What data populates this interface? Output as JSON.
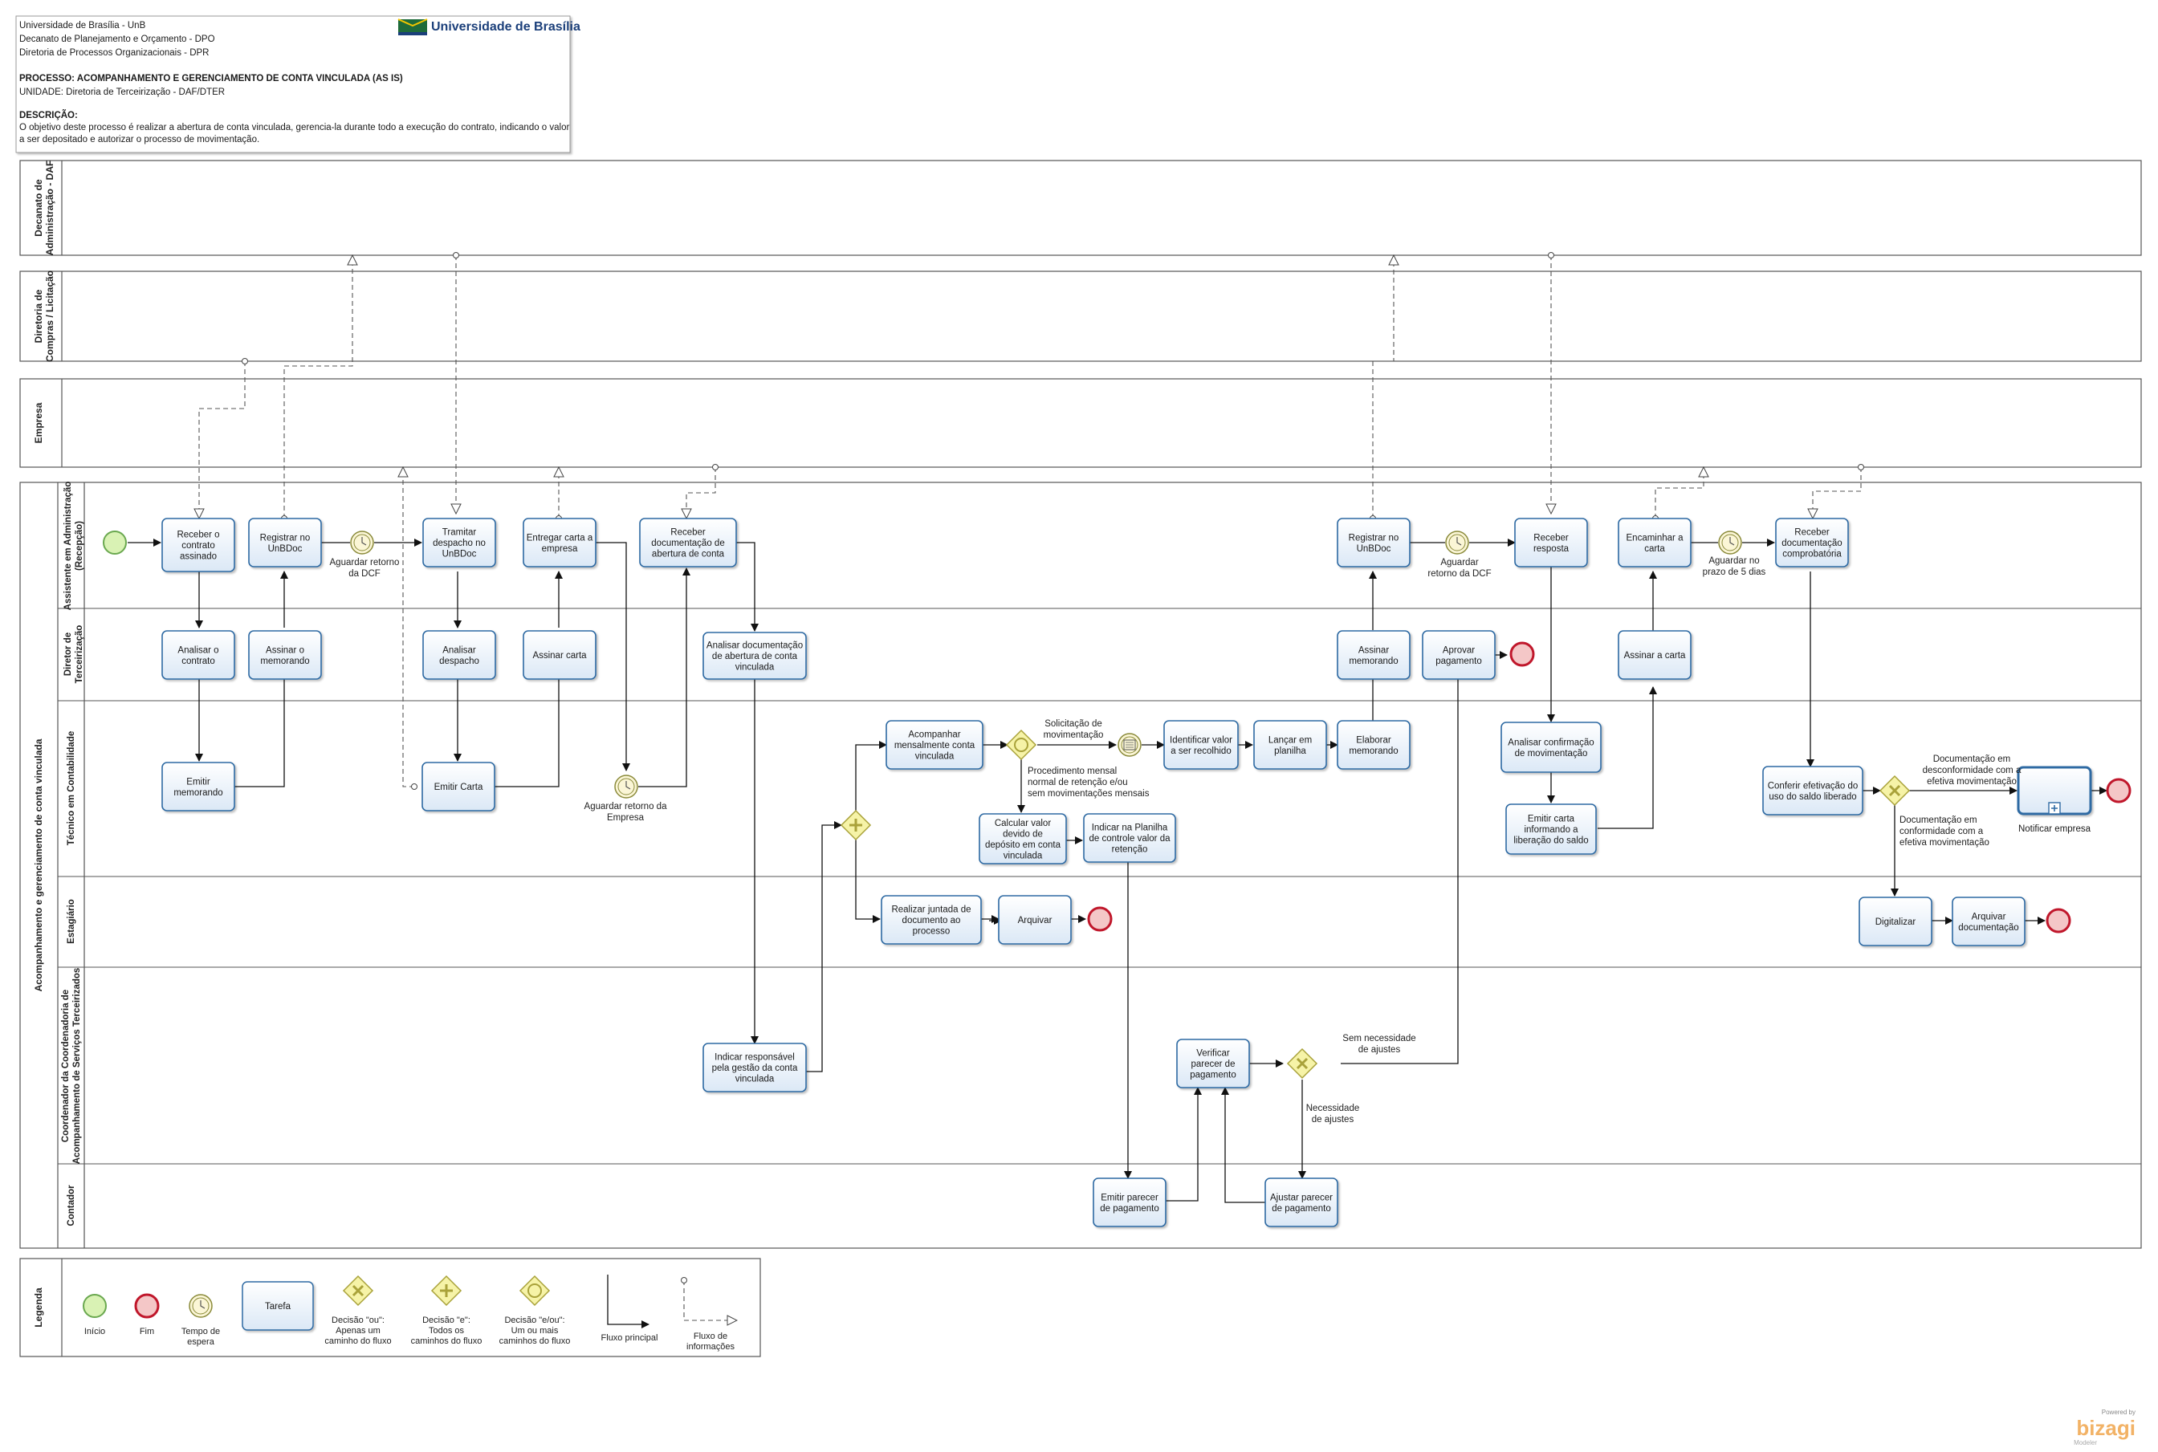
{
  "header": {
    "lines": [
      "Universidade de Brasília - UnB",
      "Decanato de Planejamento e Orçamento - DPO",
      "Diretoria de Processos Organizacionais - DPR"
    ],
    "process_label": "PROCESSO: ACOMPANHAMENTO E GERENCIAMENTO DE CONTA VINCULADA (AS IS)",
    "unit_label": "UNIDADE: Diretoria de Terceirização - DAF/DTER",
    "description_title": "DESCRIÇÃO:",
    "description_lines": [
      "O objetivo deste processo é realizar a abertura de conta vinculada, gerencia-la durante todo a execução do contrato, indicando o valor",
      "a ser depositado e autorizar o processo de movimentação."
    ],
    "logo_text": "Universidade de Brasília",
    "logo_color": "#1b3f7a",
    "flag_color": "#1f6b3a"
  },
  "pools": {
    "daf": [
      "Decanato de",
      "Administração - DAF"
    ],
    "compras": [
      "Diretoria de",
      "Compras / Licitação"
    ],
    "empresa": [
      "Empresa"
    ],
    "main": "Acompanhamento e gerenciamento de conta vinculada"
  },
  "lanes": {
    "assistente": [
      "Assistente em Administração",
      "(Recepção)"
    ],
    "diretor": [
      "Diretor de",
      "Terceirização"
    ],
    "tecnico": [
      "Técnico em Contabilidade"
    ],
    "estagiario": [
      "Estagiário"
    ],
    "coordenador": [
      "Coordenador da  Coordenadoria de",
      "Acompanhamento de Serviços Terceirizados"
    ],
    "contador": [
      "Contador"
    ]
  },
  "tasks": {
    "receber_contrato": [
      "Receber o",
      "contrato",
      "assinado"
    ],
    "registrar1": [
      "Registrar no",
      "UnBDoc"
    ],
    "tramitar": [
      "Tramitar",
      "despacho no",
      "UnBDoc"
    ],
    "entregar": [
      "Entregar carta a",
      "empresa"
    ],
    "receber_doc_abertura": [
      "Receber",
      "documentação de",
      "abertura de conta"
    ],
    "registrar2": [
      "Registrar no",
      "UnBDoc"
    ],
    "receber_resposta": [
      "Receber",
      "resposta"
    ],
    "encaminhar": [
      "Encaminhar a",
      "carta"
    ],
    "receber_comprob": [
      "Receber",
      "documentação",
      "comprobatória"
    ],
    "analisar_contrato": [
      "Analisar o",
      "contrato"
    ],
    "assinar_memorando1": [
      "Assinar o",
      "memorando"
    ],
    "analisar_despacho": [
      "Analisar",
      "despacho"
    ],
    "assinar_carta1": [
      "Assinar carta"
    ],
    "analisar_doc_abertura": [
      "Analisar documentação",
      "de abertura de conta",
      "vinculada"
    ],
    "assinar_memorando2": [
      "Assinar",
      "memorando"
    ],
    "aprovar_pagamento": [
      "Aprovar",
      "pagamento"
    ],
    "assinar_carta2": [
      "Assinar a carta"
    ],
    "emitir_memorando": [
      "Emitir",
      "memorando"
    ],
    "emitir_carta": [
      "Emitir Carta"
    ],
    "acompanhar": [
      "Acompanhar",
      "mensalmente conta",
      "vinculada"
    ],
    "identificar_valor": [
      "Identificar valor",
      "a ser recolhido"
    ],
    "lancar_planilha": [
      "Lançar em",
      "planilha"
    ],
    "elaborar_memorando": [
      "Elaborar",
      "memorando"
    ],
    "calcular_valor": [
      "Calcular valor",
      "devido de",
      "depósito em conta",
      "vinculada"
    ],
    "indicar_planilha": [
      "Indicar na Planilha",
      "de controle valor da",
      "retenção"
    ],
    "analisar_confirmacao": [
      "Analisar confirmação",
      "de movimentação"
    ],
    "emitir_carta_inf": [
      "Emitir carta",
      "informando a",
      "liberação do saldo"
    ],
    "conferir": [
      "Conferir efetivação do",
      "uso do saldo liberado"
    ],
    "notificar": [
      "Notificar empresa"
    ],
    "realizar_juntada": [
      "Realizar juntada de",
      "documento ao",
      "processo"
    ],
    "arquivar1": [
      "Arquivar"
    ],
    "digitalizar": [
      "Digitalizar"
    ],
    "arquivar_doc": [
      "Arquivar",
      "documentação"
    ],
    "indicar_responsavel": [
      "Indicar responsável",
      "pela gestão da conta",
      "vinculada"
    ],
    "verificar_parecer": [
      "Verificar",
      "parecer de",
      "pagamento"
    ],
    "emitir_parecer": [
      "Emitir parecer",
      "de pagamento"
    ],
    "ajustar_parecer": [
      "Ajustar parecer",
      "de pagamento"
    ]
  },
  "labels": {
    "aguardar_dcf1": [
      "Aguardar retorno",
      "da DCF"
    ],
    "aguardar_dcf2": [
      "Aguardar",
      "retorno da DCF"
    ],
    "aguardar_prazo": [
      "Aguardar no",
      "prazo de 5 dias"
    ],
    "aguardar_empresa": [
      "Aguardar retorno da",
      "Empresa"
    ],
    "solicitacao": [
      "Solicitação de",
      "movimentação"
    ],
    "procedimento": [
      "Procedimento  mensal",
      "normal de retenção e/ou",
      "sem movimentações mensais"
    ],
    "desconformidade": [
      "Documentação em",
      "desconformidade com a",
      "efetiva movimentação"
    ],
    "conformidade": [
      "Documentação em",
      "conformidade com a",
      "efetiva movimentação"
    ],
    "sem_ajustes": [
      "Sem necessidade",
      "de ajustes"
    ],
    "necessidade": [
      "Necessidade",
      "de ajustes"
    ]
  },
  "legend": {
    "title": "Legenda",
    "inicio": [
      "Início"
    ],
    "fim": [
      "Fim"
    ],
    "tempo": [
      "Tempo de",
      "espera"
    ],
    "tarefa": "Tarefa",
    "ou": [
      "Decisão \"ou\":",
      "Apenas um",
      "caminho do fluxo"
    ],
    "e": [
      "Decisão \"e\":",
      "Todos os",
      "caminhos do fluxo"
    ],
    "eou": [
      "Decisão \"e/ou\":",
      "Um ou mais",
      "caminhos do fluxo"
    ],
    "fluxo_principal": [
      "Fluxo principal"
    ],
    "fluxo_info": [
      "Fluxo de",
      "informações"
    ]
  },
  "watermark": {
    "powered": "Powered by",
    "brand": "bizagi",
    "product": "Modeler"
  },
  "colors": {
    "start_fill": "#d9f2b4",
    "start_stroke": "#6aa84f",
    "end_fill": "#f4c7c7",
    "end_stroke": "#c0172b",
    "task_stroke": "#2f6aa3",
    "gateway_fill": "#f6f3a7",
    "gateway_stroke": "#a9a23a",
    "timer_fill": "#fbf6d6"
  }
}
